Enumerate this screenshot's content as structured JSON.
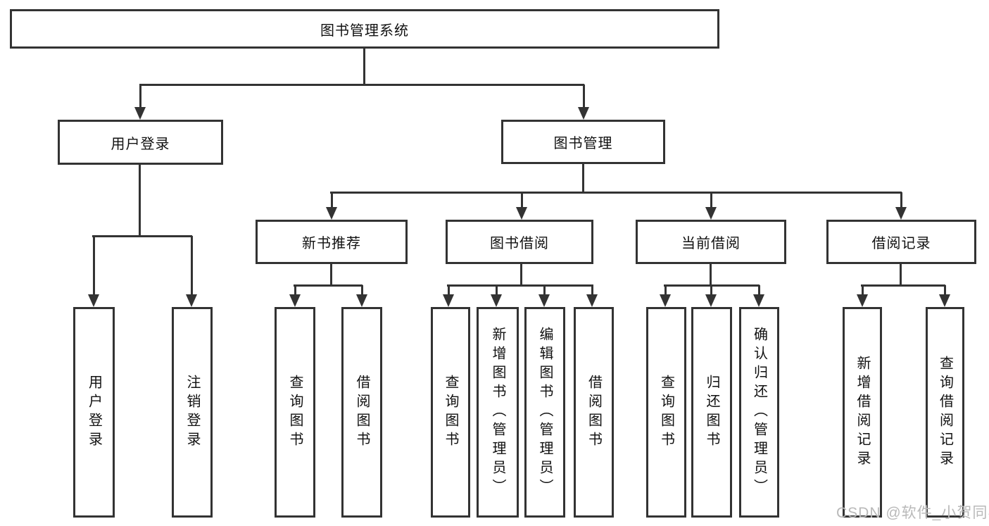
{
  "colors": {
    "line": "#333333",
    "box_border": "#333333",
    "text": "#111111",
    "watermark": "#b9b9b9",
    "background": "#ffffff"
  },
  "watermark": {
    "text": "CSDN @软件_小贺同学"
  },
  "tree": {
    "root": {
      "label": "图书管理系统"
    },
    "branches": [
      {
        "label": "用户登录",
        "children": [
          {
            "label": "用户登录"
          },
          {
            "label": "注销登录"
          }
        ]
      },
      {
        "label": "图书管理",
        "children": [
          {
            "label": "新书推荐",
            "children": [
              {
                "label": "查询图书"
              },
              {
                "label": "借阅图书"
              }
            ]
          },
          {
            "label": "图书借阅",
            "children": [
              {
                "label": "查询图书"
              },
              {
                "label": "新增图书（管理员）"
              },
              {
                "label": "编辑图书（管理员）"
              },
              {
                "label": "借阅图书"
              }
            ]
          },
          {
            "label": "当前借阅",
            "children": [
              {
                "label": "查询图书"
              },
              {
                "label": "归还图书"
              },
              {
                "label": "确认归还（管理员）"
              }
            ]
          },
          {
            "label": "借阅记录",
            "children": [
              {
                "label": "新增借阅记录"
              },
              {
                "label": "查询借阅记录"
              }
            ]
          }
        ]
      }
    ]
  }
}
